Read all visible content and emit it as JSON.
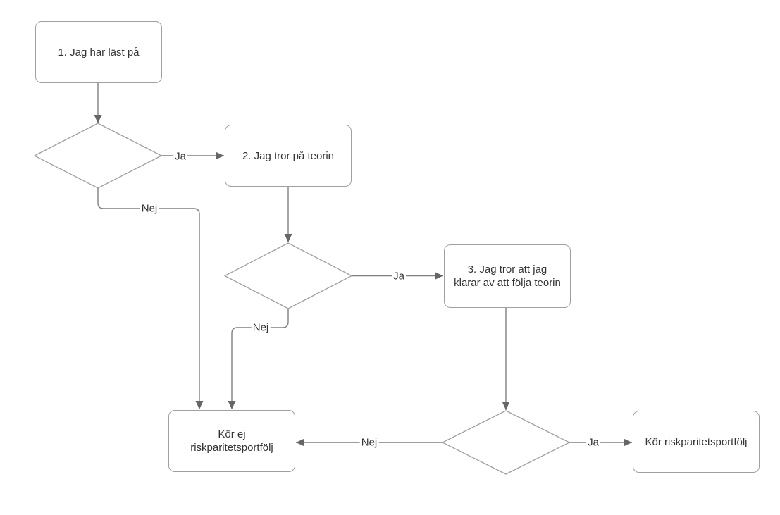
{
  "diagram": {
    "type": "flowchart",
    "language": "sv",
    "colors": {
      "background": "#ffffff",
      "node_fill": "#ffffff",
      "node_border": "#a0a0a0",
      "edge_line": "#7f7f7f",
      "arrowhead": "#666666",
      "text": "#333333"
    },
    "nodes": {
      "step1": {
        "lines": [
          "1. Jag har läst på"
        ]
      },
      "step2": {
        "lines": [
          "2. Jag tror på teorin"
        ]
      },
      "step3": {
        "lines": [
          "3. Jag tror att jag",
          "klarar av att följa teorin"
        ]
      },
      "no_portfolio": {
        "lines": [
          "Kör ej",
          "riskparitetsportfölj"
        ]
      },
      "yes_portfolio": {
        "lines": [
          "Kör riskparitetsportfölj"
        ]
      }
    },
    "edge_labels": {
      "d1_yes": "Ja",
      "d1_no": "Nej",
      "d2_yes": "Ja",
      "d2_no": "Nej",
      "d3_yes": "Ja",
      "d3_no": "Nej"
    }
  }
}
